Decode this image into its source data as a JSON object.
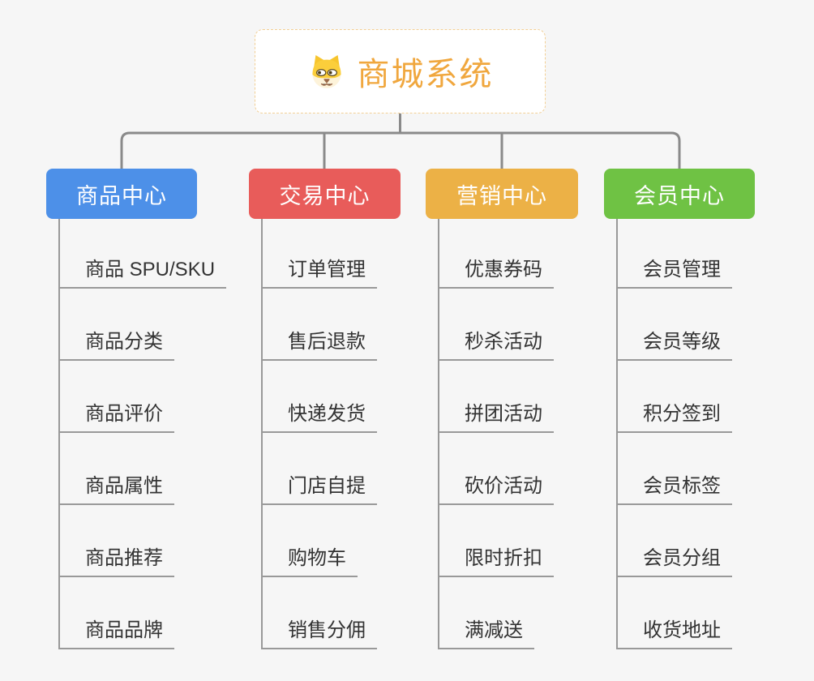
{
  "root": {
    "title": "商城系统",
    "icon": "dog-icon"
  },
  "branches": [
    {
      "label": "商品中心",
      "color": "#4d90e8",
      "children": [
        "商品 SPU/SKU",
        "商品分类",
        "商品评价",
        "商品属性",
        "商品推荐",
        "商品品牌"
      ]
    },
    {
      "label": "交易中心",
      "color": "#e85c5a",
      "children": [
        "订单管理",
        "售后退款",
        "快递发货",
        "门店自提",
        "购物车",
        "销售分佣"
      ]
    },
    {
      "label": "营销中心",
      "color": "#ecb146",
      "children": [
        "优惠券码",
        "秒杀活动",
        "拼团活动",
        "砍价活动",
        "限时折扣",
        "满减送"
      ]
    },
    {
      "label": "会员中心",
      "color": "#6fc244",
      "children": [
        "会员管理",
        "会员等级",
        "积分签到",
        "会员标签",
        "会员分组",
        "收货地址"
      ]
    }
  ],
  "style_colors": {
    "background": "#f6f6f6",
    "root_title": "#f0a73e",
    "root_border": "#f2cf95",
    "connector": "#8a8a8a",
    "leaf_line": "#999999",
    "leaf_text": "#333333"
  }
}
